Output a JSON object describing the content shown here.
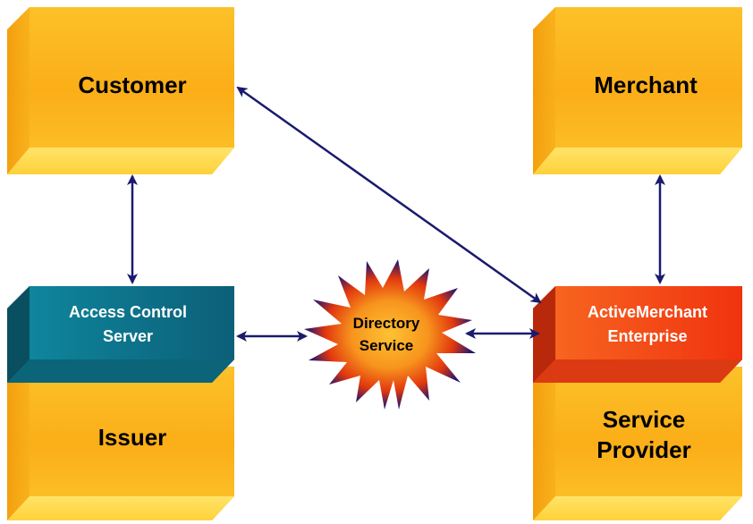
{
  "diagram": {
    "nodes": {
      "customer": "Customer",
      "merchant": "Merchant",
      "acs": [
        "Access Control",
        "Server"
      ],
      "issuer": "Issuer",
      "directory": [
        "Directory",
        "Service"
      ],
      "ame": [
        "ActiveMerchant",
        "Enterprise"
      ],
      "service_provider": [
        "Service",
        "Provider"
      ]
    },
    "colors": {
      "orange_face": "#fbb21a",
      "orange_light": "#ffe15a",
      "orange_top": "#ffd437",
      "orange_side": "#f4a210",
      "teal_face": "#0f7991",
      "teal_side": "#0b5a6c",
      "red_face": "#f4441c",
      "red_side": "#cc2e0c",
      "arrow": "#1a1a6e",
      "starburst_dark": "#10107a"
    },
    "connections": [
      [
        "Customer",
        "Access Control Server"
      ],
      [
        "Customer",
        "ActiveMerchant Enterprise"
      ],
      [
        "Merchant",
        "ActiveMerchant Enterprise"
      ],
      [
        "Access Control Server",
        "Directory Service"
      ],
      [
        "Directory Service",
        "ActiveMerchant Enterprise"
      ]
    ]
  }
}
